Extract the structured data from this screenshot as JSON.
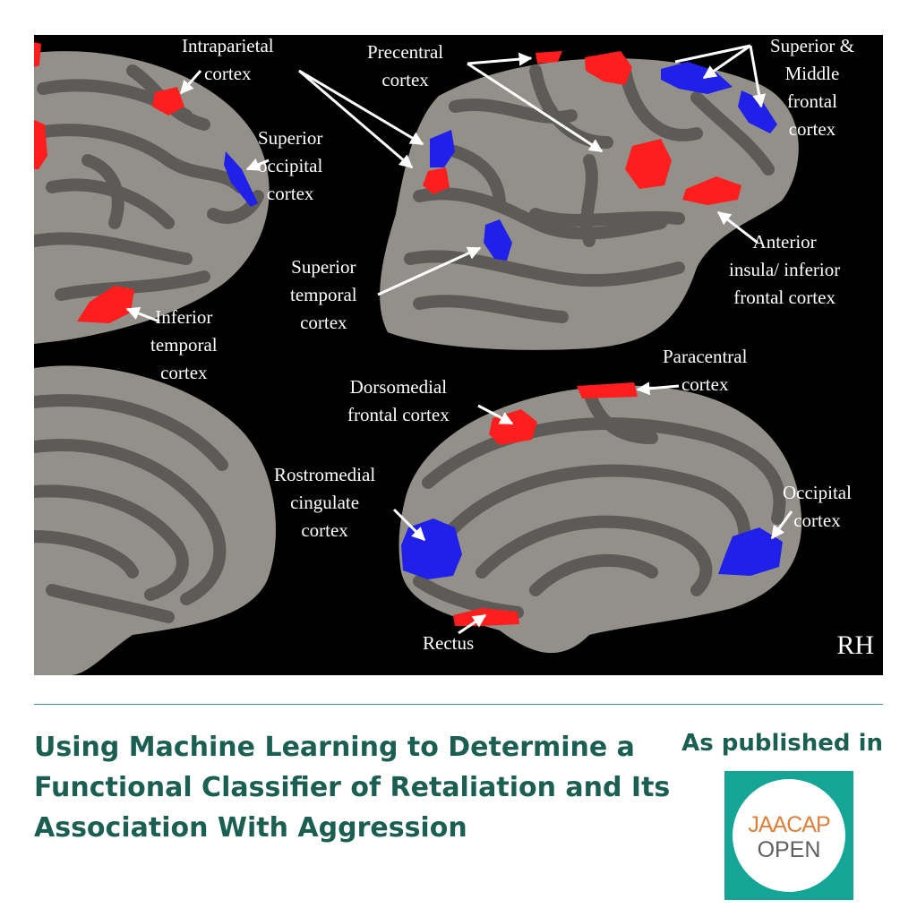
{
  "figure": {
    "hemisphere_label": "RH",
    "colors": {
      "background": "#000000",
      "gyri": "#929089",
      "sulci": "#5c5b58",
      "activation_red": "#ff1e1e",
      "activation_blue": "#2020e8",
      "label_text": "#ffffff"
    },
    "labels": [
      {
        "id": "intraparietal",
        "text": "Intraparietal\ncortex"
      },
      {
        "id": "precentral",
        "text": "Precentral\ncortex"
      },
      {
        "id": "superior_middle_frontal",
        "text": "Superior &\nMiddle\nfrontal\ncortex"
      },
      {
        "id": "superior_occipital",
        "text": "Superior\noccipital\ncortex"
      },
      {
        "id": "superior_temporal",
        "text": "Superior\ntemporal\ncortex"
      },
      {
        "id": "anterior_insula",
        "text": "Anterior\ninsula/ inferior\nfrontal cortex"
      },
      {
        "id": "inferior_temporal",
        "text": "Inferior\ntemporal\ncortex"
      },
      {
        "id": "paracentral",
        "text": "Paracentral\ncortex"
      },
      {
        "id": "dorsomedial_frontal",
        "text": "Dorsomedial\nfrontal cortex"
      },
      {
        "id": "rostromedial_cingulate",
        "text": "Rostromedial\ncingulate\ncortex"
      },
      {
        "id": "occipital",
        "text": "Occipital\ncortex"
      },
      {
        "id": "rectus",
        "text": "Rectus"
      }
    ]
  },
  "article": {
    "title": "Using Machine Learning to Determine a Functional Classifier of Retaliation and Its Association With Aggression",
    "published_label": "As published in"
  },
  "journal_logo": {
    "line1": "JAACAP",
    "line2": "OPEN",
    "colors": {
      "frame": "#14a597",
      "line1": "#e07f3a",
      "line2": "#606060"
    }
  }
}
